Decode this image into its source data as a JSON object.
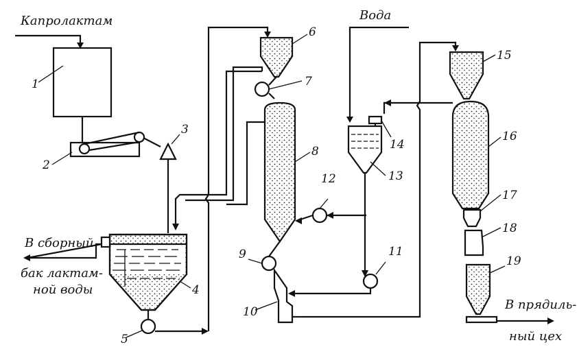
{
  "labels": {
    "caprolactam": "Капролактам",
    "water": "Вода",
    "to_collector_line1": "В сборный",
    "to_collector_line2": "бак лактам-",
    "to_collector_line3": "ной воды",
    "to_spinning_line1": "В прядиль-",
    "to_spinning_line2": "ный цех"
  },
  "numbers": {
    "n1": "1",
    "n2": "2",
    "n3": "3",
    "n4": "4",
    "n5": "5",
    "n6": "6",
    "n7": "7",
    "n8": "8",
    "n9": "9",
    "n10": "10",
    "n11": "11",
    "n12": "12",
    "n13": "13",
    "n14": "14",
    "n15": "15",
    "n16": "16",
    "n17": "17",
    "n18": "18",
    "n19": "19"
  }
}
